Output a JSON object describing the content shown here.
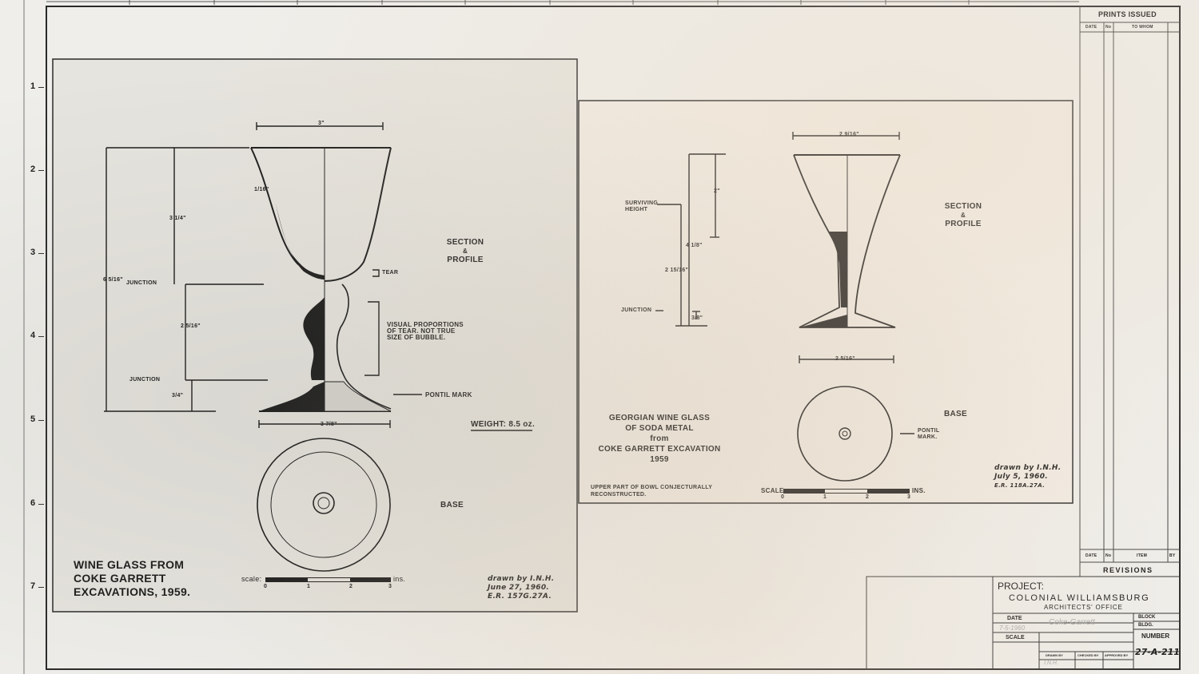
{
  "prints_issued": {
    "title": "PRINTS ISSUED",
    "col_date": "DATE",
    "col_no": "No",
    "col_to_whom": "TO WHOM"
  },
  "revisions": {
    "col_date": "DATE",
    "col_no": "No",
    "col_item": "ITEM",
    "col_by": "BY",
    "title": "REVISIONS"
  },
  "row_numbers": [
    "1",
    "2",
    "3",
    "4",
    "5",
    "6",
    "7"
  ],
  "left_drawing": {
    "top_width": "3\"",
    "wall": "1/16\"",
    "bowl_height": "3 1/4\"",
    "total_height": "6 5/16\"",
    "junction_upper": "JUNCTION",
    "stem_height": "2 5/16\"",
    "junction_lower": "JUNCTION",
    "foot_height": "3/4\"",
    "base_width": "3 7/8\"",
    "tear_label": "TEAR",
    "section_label": [
      "SECTION",
      "&",
      "PROFILE"
    ],
    "visual_note": [
      "VISUAL PROPORTIONS",
      "OF TEAR.  NOT TRUE",
      "SIZE OF BUBBLE."
    ],
    "pontil_label": "PONTIL MARK",
    "weight": "WEIGHT: 8.5 oz.",
    "base_label": "BASE",
    "title_lines": [
      "WINE GLASS FROM",
      "COKE GARRETT",
      "EXCAVATIONS, 1959."
    ],
    "scale_label": "scale:",
    "scale_ticks": [
      "0",
      "1",
      "2",
      "3"
    ],
    "scale_unit": "ins.",
    "drawn_by": [
      "drawn by I.N.H.",
      "June 27, 1960.",
      "E.R. 157G.27A."
    ]
  },
  "right_drawing": {
    "top_width": "2 9/16\"",
    "surviving_height": [
      "SURVIVING",
      "HEIGHT"
    ],
    "bowl_height": "2\"",
    "height_a": "4 1/8\"",
    "height_b": "2 15/16\"",
    "junction": "JUNCTION",
    "foot_height": "3/8\"",
    "base_width": "2 5/16\"",
    "section_label": [
      "SECTION",
      "&",
      "PROFILE"
    ],
    "base_label": "BASE",
    "pontil_label": [
      "PONTIL",
      "MARK."
    ],
    "title_lines": [
      "GEORGIAN WINE GLASS",
      "OF SODA METAL",
      "from",
      "COKE GARRETT EXCAVATION",
      "1959"
    ],
    "note_lines": [
      "UPPER PART OF BOWL CONJECTURALLY",
      "RECONSTRUCTED."
    ],
    "scale_label": "SCALE",
    "scale_ticks": [
      "0",
      "1",
      "2",
      "3"
    ],
    "scale_unit": "INS.",
    "drawn_by": [
      "drawn by I.N.H.",
      "July 5, 1960.",
      "E.R. 118A.27A."
    ]
  },
  "title_block": {
    "project_label": "PROJECT:",
    "org": "COLONIAL WILLIAMSBURG",
    "office": "ARCHITECTS' OFFICE",
    "date_label": "DATE",
    "date_value": "7-5-1960",
    "scale_label": "SCALE",
    "project_name": "Coke-Garrett",
    "block_label": "BLOCK",
    "bldg_label": "BLDG.",
    "number_label": "NUMBER",
    "number_value": "27-A-211",
    "drawn_by_label": "DRAWN BY",
    "checked_by_label": "CHECKED BY",
    "approved_by_label": "APPROVED BY",
    "drawn_by_value": "I.N.H."
  }
}
